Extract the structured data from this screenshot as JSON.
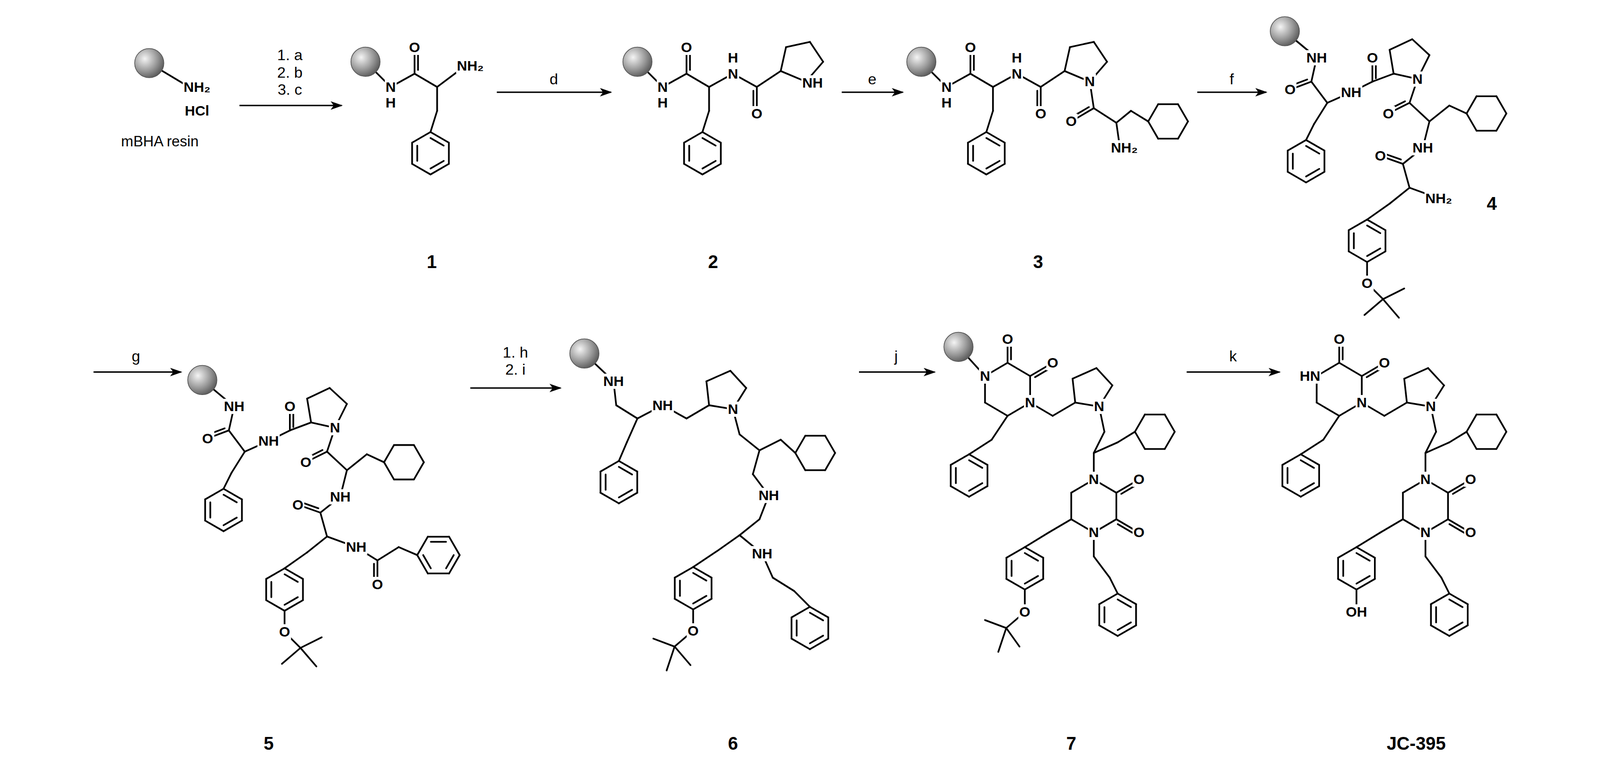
{
  "diagram": {
    "labels": [
      "NH₂",
      "HCl",
      "mBHA resin",
      "1. a",
      "2. b",
      "3. c",
      "N",
      "H",
      "O",
      "NH₂",
      "1",
      "d",
      "N",
      "H",
      "O",
      "N",
      "H",
      "O",
      "NH",
      "2",
      "e",
      "N",
      "H",
      "O",
      "N",
      "H",
      "O",
      "N",
      "O",
      "NH₂",
      "3",
      "f",
      "NH",
      "O",
      "NH",
      "O",
      "N",
      "O",
      "NH",
      "O",
      "NH₂",
      "O",
      "4",
      "g",
      "NH",
      "O",
      "NH",
      "O",
      "N",
      "O",
      "NH",
      "O",
      "NH",
      "O",
      "O",
      "5",
      "1. h",
      "2. i",
      "NH",
      "NH",
      "N",
      "NH",
      "NH",
      "O",
      "6",
      "j",
      "N",
      "O",
      "O",
      "N",
      "N",
      "N",
      "O",
      "O",
      "N",
      "O",
      "7",
      "k",
      "HN",
      "O",
      "O",
      "N",
      "N",
      "N",
      "O",
      "O",
      "N",
      "OH",
      "JC-395"
    ]
  }
}
